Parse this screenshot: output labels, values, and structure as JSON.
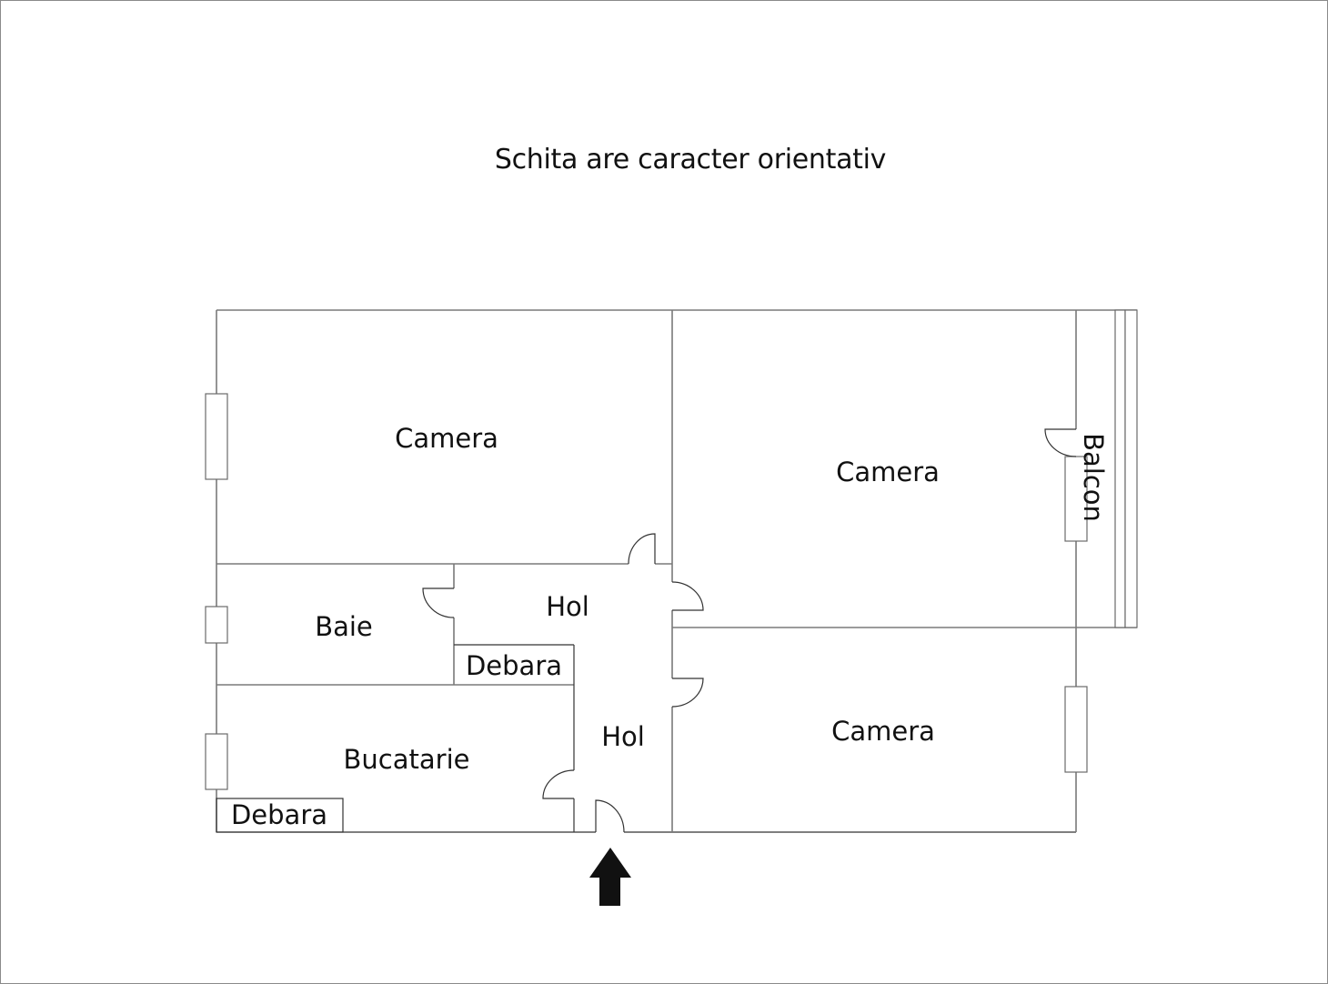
{
  "header": {
    "title": "Schita are caracter orientativ"
  },
  "rooms": {
    "camera_top_left": "Camera",
    "camera_top_right": "Camera",
    "camera_bottom_right": "Camera",
    "baie": "Baie",
    "hol_upper": "Hol",
    "hol_lower": "Hol",
    "debara_hall": "Debara",
    "debara_kitchen": "Debara",
    "bucatarie": "Bucatarie",
    "balcon": "Balcon"
  },
  "entrance": {
    "icon": "arrow-up-icon",
    "color": "#111111"
  },
  "colors": {
    "wall": "#7a7a7a",
    "background": "#ffffff",
    "text": "#111111"
  }
}
